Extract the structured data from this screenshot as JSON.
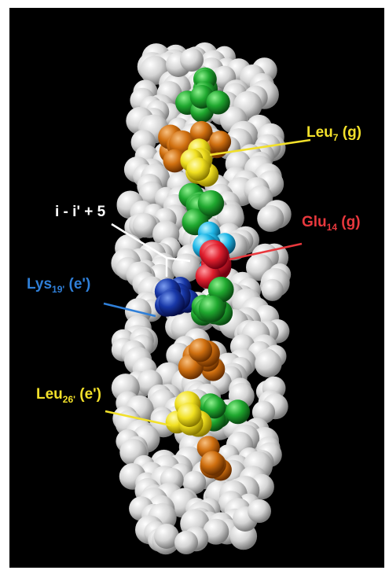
{
  "figure": {
    "background": "#000000",
    "labels": {
      "leu7": {
        "name": "Leu",
        "sub": "7",
        "suffix": " (g)",
        "color": "#f2e02a"
      },
      "glu14": {
        "name": "Glu",
        "sub": "14",
        "suffix": " (g)",
        "color": "#e8383d"
      },
      "interaction": {
        "text": "i - i' + 5",
        "color": "#ffffff"
      },
      "lys19": {
        "name": "Lys",
        "sub": "19'",
        "suffix": " (e')",
        "color": "#2f7fd8"
      },
      "leu26": {
        "name": "Leu",
        "sub": "26'",
        "suffix": " (e')",
        "color": "#f2e02a"
      }
    },
    "atom_colors": {
      "backbone": "white",
      "leucine": "yellow",
      "glutamate": "red",
      "lysine": "blue",
      "hydrophobic_core": "green",
      "other": "orange",
      "interface": "cyan"
    }
  }
}
